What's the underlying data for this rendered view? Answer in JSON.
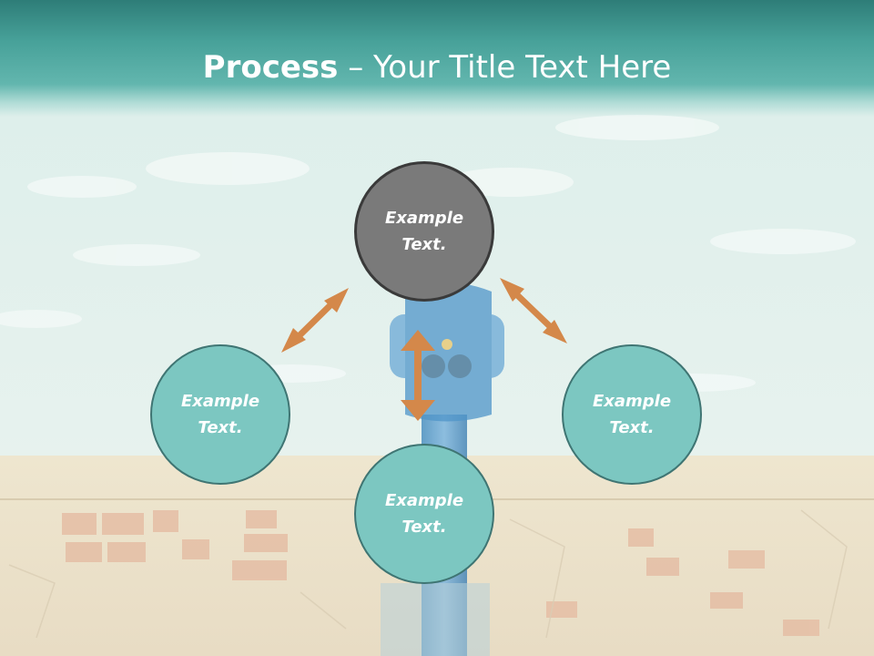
{
  "slide": {
    "title_bold": "Process",
    "title_separator": " – ",
    "title_rest": "Your Title Text Here"
  },
  "diagram": {
    "nodes": {
      "top": {
        "label": "Example\nText."
      },
      "left": {
        "label": "Example\nText."
      },
      "right": {
        "label": "Example\nText."
      },
      "bottom": {
        "label": "Example\nText."
      }
    }
  },
  "colors": {
    "title_bar": "#3a918b",
    "node_active": "#7a7a7a",
    "node_default": "#7cc7c1",
    "arrow": "#d4884a",
    "sky": "#e4f1ee",
    "wall": "#ece2cc"
  },
  "icons": {
    "arrow": "double-headed-arrow"
  }
}
